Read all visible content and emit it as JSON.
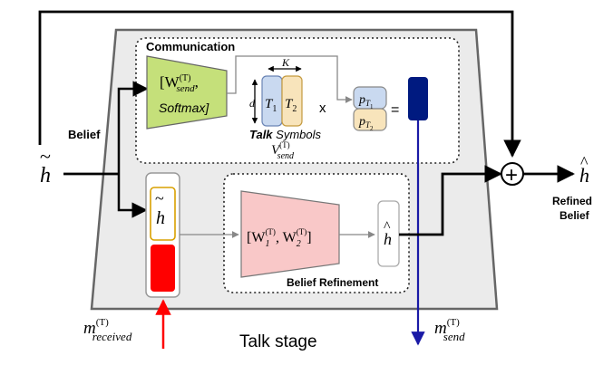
{
  "communication": {
    "title": "Communication",
    "send_matrix": {
      "line1": "[W",
      "sup": "(T)",
      "sub": "send",
      "comma": ",",
      "line2": "Softmax]"
    },
    "talk_symbols": {
      "dim_k": "K",
      "dim_d": "d",
      "t1": "T",
      "t1_sub": "1",
      "t2": "T",
      "t2_sub": "2",
      "caption_bold": "Talk",
      "caption_rest": " Symbols",
      "v_label": "V",
      "v_sup": "(T)",
      "v_sub": "send"
    },
    "multiply": "x",
    "probs": {
      "p": "p",
      "t1": "T",
      "t1_sub": "1",
      "t2": "T",
      "t2_sub": "2"
    },
    "equals": "="
  },
  "belief": {
    "label": "Belief",
    "input": "h",
    "tilde": "~"
  },
  "refinement": {
    "title": "Belief Refinement",
    "matrix_open": "[W",
    "sub1": "1",
    "sup1": "(T)",
    "comma": ", W",
    "sub2": "2",
    "sup2": "(T)",
    "matrix_close": "]",
    "output": "h",
    "hat": "^"
  },
  "memory": {
    "h_tilde": "h",
    "tilde": "~"
  },
  "combine": {
    "plus": "+"
  },
  "output": {
    "h": "h",
    "hat": "^",
    "label1": "Refined",
    "label2": "Belief"
  },
  "stage_label": "Talk stage",
  "messages": {
    "received": {
      "m": "m",
      "sup": "(T)",
      "sub": "received"
    },
    "send": {
      "m": "m",
      "sup": "(T)",
      "sub": "send"
    }
  },
  "colors": {
    "trapezoid_fill": "#ebebeb",
    "send_block": "#c5e07a",
    "refine_block": "#f9c8c8",
    "t1_fill": "#c9d9f0",
    "t2_fill": "#f8e4bb",
    "send_vector": "#001a80",
    "received_vector": "#ff0000",
    "h_box_border": "#d9a000",
    "send_arrow": "#1a1aa6",
    "received_arrow": "#ff0000"
  }
}
